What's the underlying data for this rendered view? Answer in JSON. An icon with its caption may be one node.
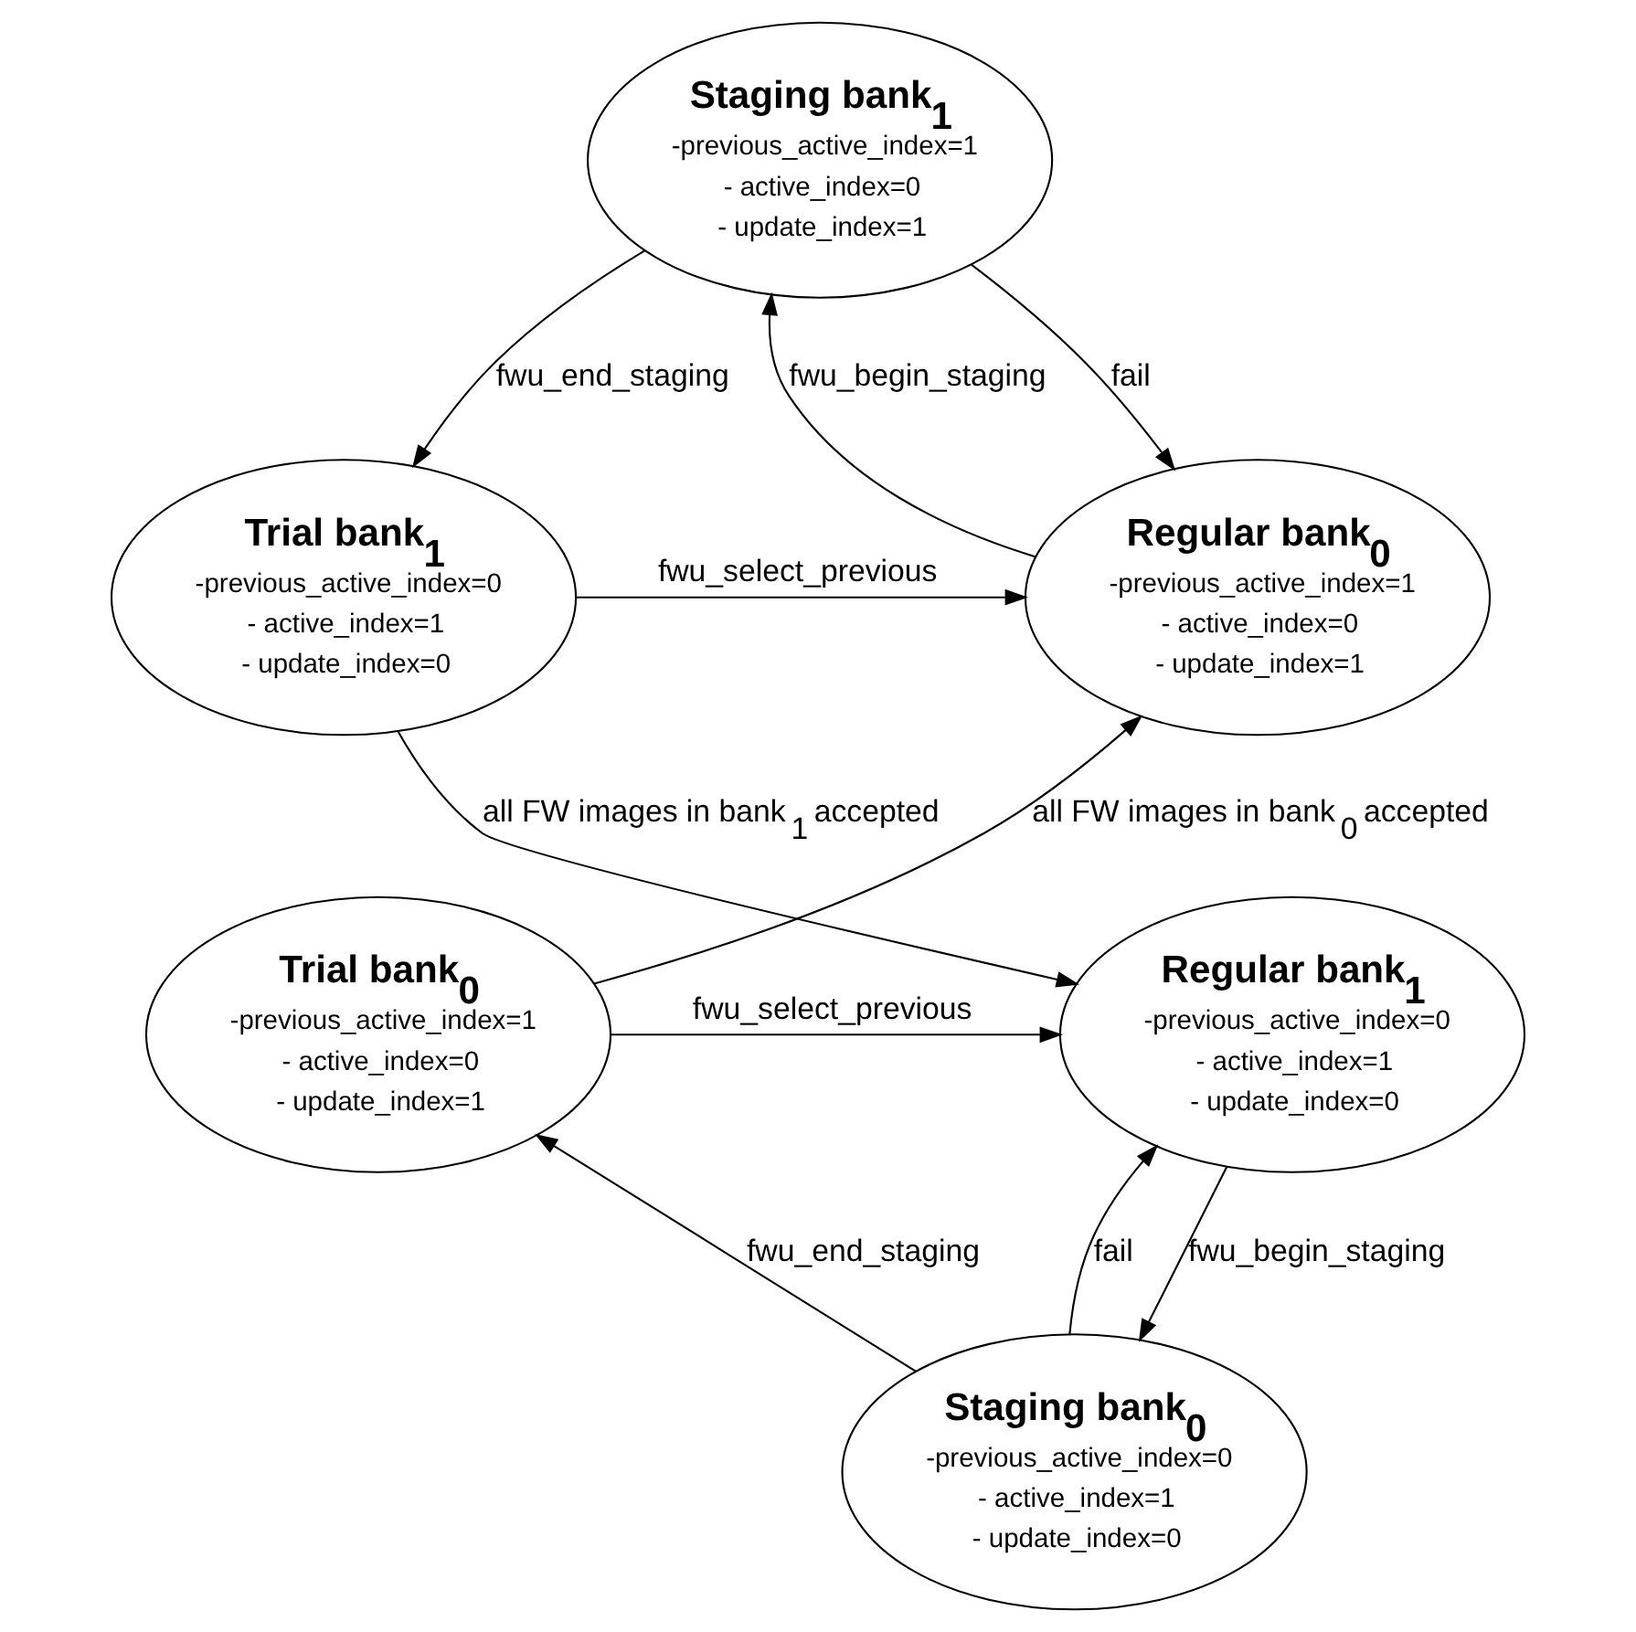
{
  "diagram": {
    "nodes": [
      {
        "text": [
          "Staging bank$_{1}$",
          "-previous_active_index=1",
          "- active_index=0",
          "- update_index=1"
        ]
      },
      {
        "text": [
          "Regular bank$_{0}$",
          "-previous_active_index=1",
          "- active_index=0",
          "- update_index=1"
        ]
      },
      {
        "text": [
          "Trial bank$_{1}$",
          "-previous_active_index=0",
          "- active_index=1",
          "- update_index=0"
        ]
      },
      {
        "text": [
          "Trial bank$_{0}$",
          "-previous_active_index=1",
          "- active_index=0",
          "- update_index=1"
        ]
      },
      {
        "text": [
          "Regular bank$_{1}$",
          "-previous_active_index=0",
          "- active_index=1",
          "- update_index=0"
        ]
      },
      {
        "text": [
          "Staging bank$_{0}$",
          "-previous_active_index=0",
          "- active_index=1",
          "- update_index=0"
        ]
      }
    ],
    "edges": [
      {
        "from": 1,
        "to": 0,
        "arrow": "to",
        "label": "fwu_begin_staging"
      },
      {
        "from": 0,
        "to": 1,
        "arrow": "to",
        "label": "fail"
      },
      {
        "from": 0,
        "to": 2,
        "arrow": "to",
        "label": "fwu_end_staging"
      },
      {
        "from": 2,
        "to": 1,
        "arrow": "to",
        "label": "fwu_select_previous"
      },
      {
        "from": 3,
        "to": 1,
        "arrow": "to",
        "label": "all FW images in bank$_{0}$ accepted"
      },
      {
        "from": 2,
        "to": 4,
        "arrow": "to",
        "label": "all FW images in bank$_{1}$ accepted"
      },
      {
        "from": 3,
        "to": 4,
        "arrow": "to",
        "label": "fwu_select_previous"
      },
      {
        "from": 4,
        "to": 5,
        "arrow": "to",
        "label": "fwu_begin_staging"
      },
      {
        "from": 5,
        "to": 4,
        "arrow": "to",
        "label": "fail"
      },
      {
        "from": 5,
        "to": 3,
        "arrow": "to",
        "label": "fwu_end_staging"
      }
    ]
  }
}
